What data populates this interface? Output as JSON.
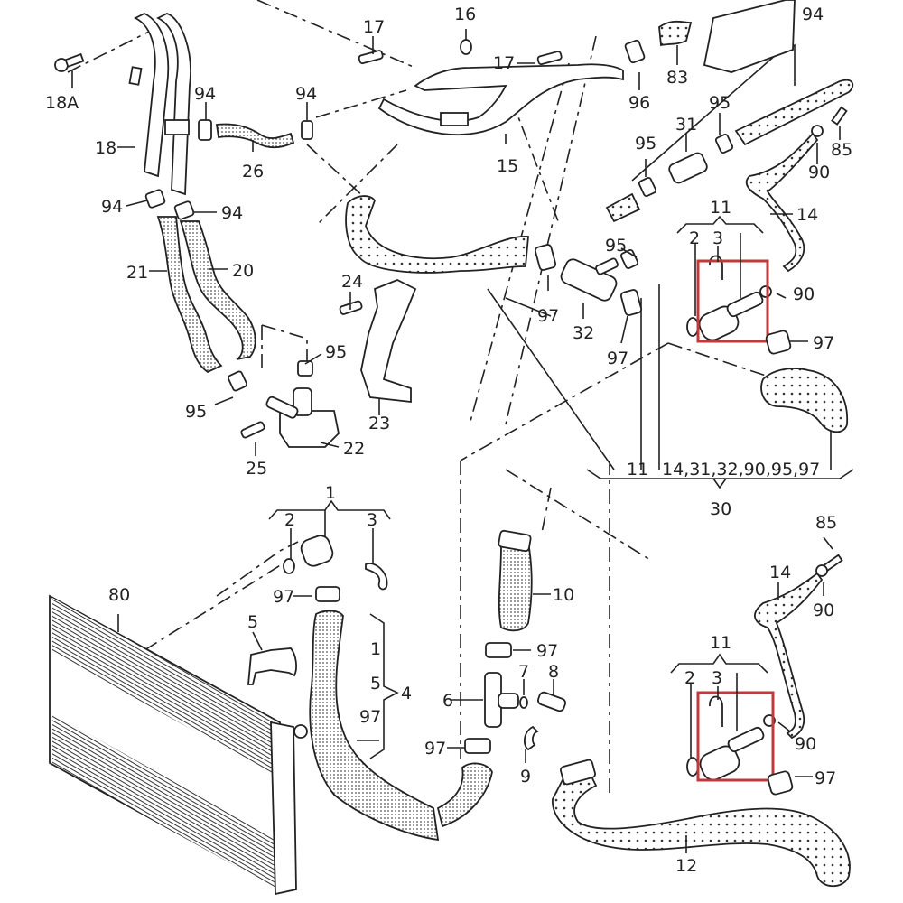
{
  "diagram": {
    "title": "",
    "highlight_color": "#c0393b",
    "callouts": {
      "c18a": "18A",
      "c18": "18",
      "c94a": "94",
      "c94b": "94",
      "c94c": "94",
      "c94d": "94",
      "c94e": "94",
      "c26": "26",
      "c17a": "17",
      "c17b": "17",
      "c16": "16",
      "c15": "15",
      "c96": "96",
      "c83": "83",
      "c31": "31",
      "c95a": "95",
      "c95b": "95",
      "c95c": "95",
      "c95d": "95",
      "c95e": "95",
      "c85a": "85",
      "c90a": "90",
      "c14a": "14",
      "c11a": "11",
      "c2a": "2",
      "c3a": "3",
      "c90b": "90",
      "c97a": "97",
      "c21": "21",
      "c20": "20",
      "c24": "24",
      "c97b": "97",
      "c32": "32",
      "c97c": "97",
      "c23": "23",
      "c22": "22",
      "c25": "25",
      "c11b": "11",
      "c30list": "14,31,32,90,95,97",
      "c30": "30",
      "c1": "1",
      "c2b": "2",
      "c3b": "3",
      "c80": "80",
      "c97d": "97",
      "c5a": "5",
      "c10": "10",
      "c1b": "1",
      "c5b": "5",
      "c97e": "97",
      "c4": "4",
      "c97f": "97",
      "c6": "6",
      "c7": "7",
      "c8": "8",
      "c97g": "97",
      "c9": "9",
      "c85b": "85",
      "c14b": "14",
      "c90c": "90",
      "c11c": "11",
      "c2c": "2",
      "c3c": "3",
      "c90d": "90",
      "c97h": "97",
      "c12": "12"
    }
  }
}
